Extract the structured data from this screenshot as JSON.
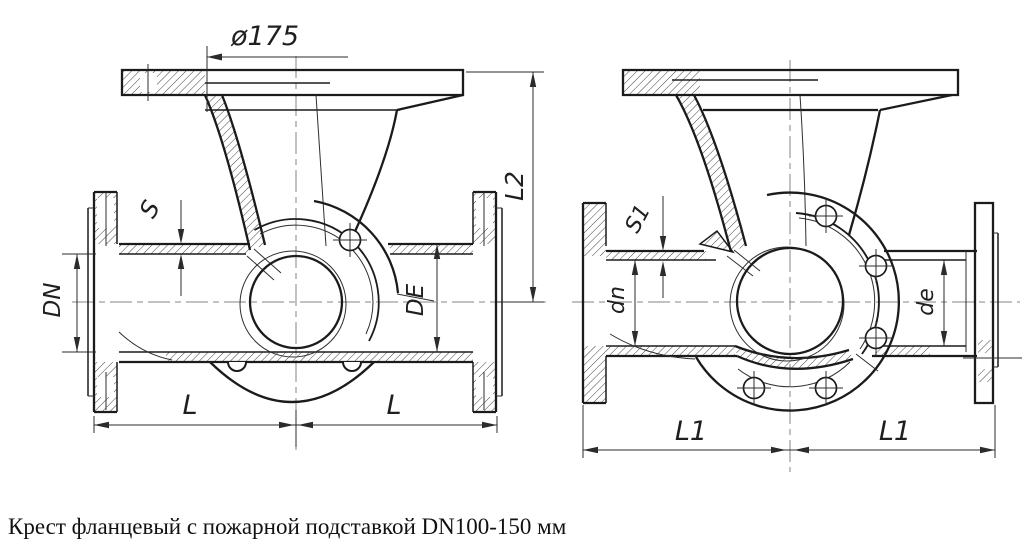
{
  "page": {
    "background": "#ffffff"
  },
  "caption": "Крест фланцевый с пожарной подставкой DN100-150 мм",
  "colors": {
    "line": "#1b1b1b",
    "dimension": "#2b2b2b",
    "centerline": "#858585",
    "background": "#ffffff"
  },
  "views": {
    "left": {
      "name": "flanged cross with fire stand — full section view",
      "dims": {
        "top_flange_diameter": "ø175",
        "wall_thickness": "S",
        "bore_diameter": "DN",
        "outer_diameter": "DE",
        "overall_height": "L2",
        "left_length": "L",
        "right_length": "L"
      }
    },
    "right": {
      "name": "flanged cross with fire stand — half section view with bolt flange",
      "dims": {
        "wall_thickness": "S1",
        "bore_diameter": "dn",
        "outer_diameter": "de",
        "left_length": "L1",
        "right_length": "L1"
      }
    }
  }
}
